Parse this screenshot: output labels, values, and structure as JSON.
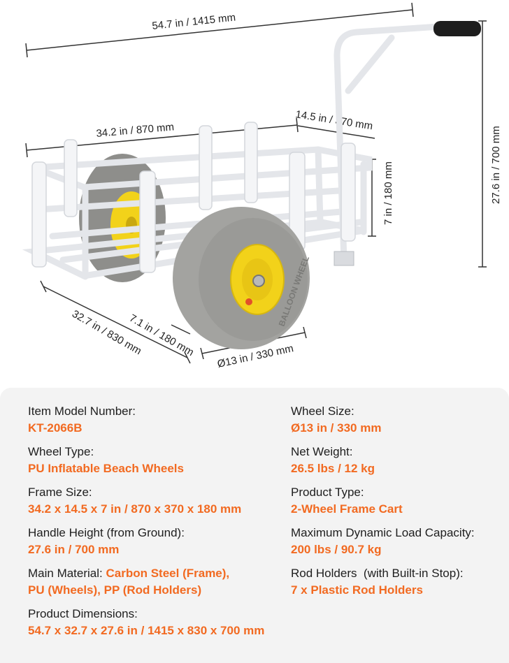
{
  "dimensions": {
    "total_length": "54.7 in / 1415 mm",
    "basket_length": "34.2 in / 870 mm",
    "basket_width": "14.5 in / 370 mm",
    "basket_height": "7 in / 180 mm",
    "handle_height": "27.6 in / 700 mm",
    "total_width": "32.7 in / 830 mm",
    "wheel_width": "7.1 in / 180 mm",
    "wheel_diameter": "Ø13 in / 330 mm"
  },
  "wheel_text": "BALLOON WHEEL",
  "specs_left": [
    {
      "label": "Item Model Number:",
      "value": "KT-2066B"
    },
    {
      "label": "Wheel Type:",
      "value": "PU Inflatable Beach Wheels"
    },
    {
      "label": "Frame Size:",
      "value": "34.2 x 14.5 x 7 in / 870 x 370 x 180 mm"
    },
    {
      "label": "Handle Height (from Ground):",
      "value": "27.6 in / 700 mm"
    },
    {
      "label": "Main Material:",
      "value_line1": "Carbon Steel (Frame),",
      "value_line2": "PU (Wheels), PP (Rod Holders)"
    },
    {
      "label": "Product Dimensions:",
      "value": "54.7 x 32.7 x 27.6 in / 1415 x 830 x 700 mm"
    }
  ],
  "specs_right": [
    {
      "label": "Wheel Size:",
      "value": "Ø13 in / 330 mm"
    },
    {
      "label": "Net Weight:",
      "value": "26.5 lbs / 12 kg"
    },
    {
      "label": "Product Type:",
      "value": "2-Wheel Frame Cart"
    },
    {
      "label": "Maximum Dynamic Load Capacity:",
      "value": "200 lbs / 90.7 kg"
    },
    {
      "label": "Rod Holders  (with Built-in Stop):",
      "value": "7 x Plastic Rod Holders"
    }
  ],
  "colors": {
    "accent": "#f26a21",
    "text": "#1e1e1e",
    "panel": "#f3f3f3",
    "tire": "#9b9b98",
    "hub": "#f2d21a",
    "frame": "#f1f2f4"
  }
}
